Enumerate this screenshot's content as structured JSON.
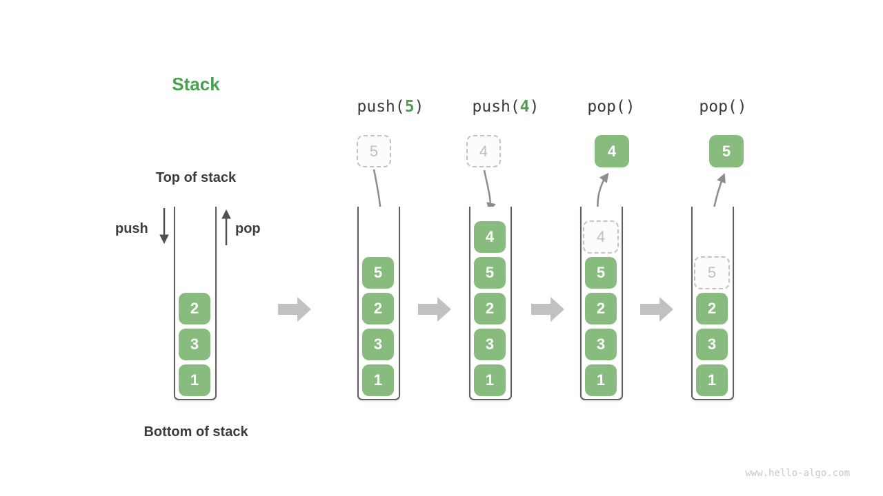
{
  "title": "Stack",
  "labels": {
    "top": "Top of stack",
    "bottom": "Bottom of stack",
    "push": "push",
    "pop": "pop"
  },
  "watermark": "www.hello-algo.com",
  "colors": {
    "block_green": "#87bc7e",
    "title_green": "#47a24e",
    "operation_arg_green": "#4d9d52",
    "dark_text": "#3c3c3c",
    "curved_arrow_gray": "#8c8c8c",
    "straight_arrow_dark": "#4f4f4f",
    "block_arrow_light_gray": "#c1c1c1",
    "dashed_gray": "#c2c2c2"
  },
  "stages": [
    {
      "name": "initial-stack",
      "label": null,
      "floating": null,
      "stack_bottom_to_top": [
        {
          "value": "1"
        },
        {
          "value": "3"
        },
        {
          "value": "2"
        }
      ]
    },
    {
      "name": "push-5",
      "label": {
        "prefix": "push(",
        "arg": "5",
        "suffix": ")"
      },
      "floating": {
        "value": "5",
        "variant": "dashed"
      },
      "stack_bottom_to_top": [
        {
          "value": "1"
        },
        {
          "value": "3"
        },
        {
          "value": "2"
        },
        {
          "value": "5"
        }
      ]
    },
    {
      "name": "push-4",
      "label": {
        "prefix": "push(",
        "arg": "4",
        "suffix": ")"
      },
      "floating": {
        "value": "4",
        "variant": "dashed"
      },
      "stack_bottom_to_top": [
        {
          "value": "1"
        },
        {
          "value": "3"
        },
        {
          "value": "2"
        },
        {
          "value": "5"
        },
        {
          "value": "4"
        }
      ]
    },
    {
      "name": "pop-first",
      "label": {
        "prefix": "pop(",
        "arg": "",
        "suffix": ")"
      },
      "floating": {
        "value": "4",
        "variant": "solid"
      },
      "stack_bottom_to_top": [
        {
          "value": "1"
        },
        {
          "value": "3"
        },
        {
          "value": "2"
        },
        {
          "value": "5"
        },
        {
          "value": "4",
          "dashed": true
        }
      ]
    },
    {
      "name": "pop-second",
      "label": {
        "prefix": "pop(",
        "arg": "",
        "suffix": ")"
      },
      "floating": {
        "value": "5",
        "variant": "solid"
      },
      "stack_bottom_to_top": [
        {
          "value": "1"
        },
        {
          "value": "3"
        },
        {
          "value": "2"
        },
        {
          "value": "5",
          "dashed": true
        }
      ]
    }
  ]
}
